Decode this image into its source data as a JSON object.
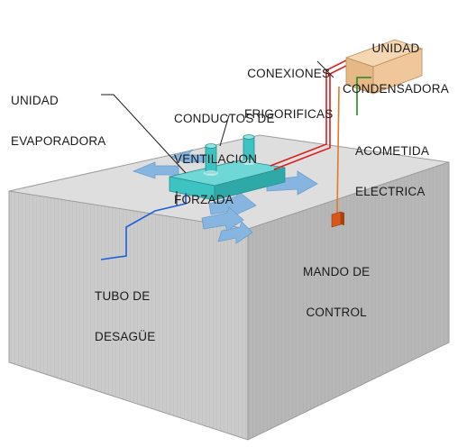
{
  "colors": {
    "room_front": "#c9c9c9",
    "room_side": "#b4b4b4",
    "room_top": "#d9d9d9",
    "unit_body": "#3cc3c2",
    "unit_top": "#6fd8d6",
    "air_arrow": "#86b6e0",
    "refrigerant_pipe": "#d91f1f",
    "drain_pipe": "#1f5fd9",
    "electric_line": "#1f8a1f",
    "control_line": "#e07a2a",
    "condenser": "#f0c79a"
  },
  "labels": {
    "unidad_evaporadora": [
      "UNIDAD",
      "EVAPORADORA"
    ],
    "conductos": [
      "CONDUCTOS DE",
      "VENTILACION",
      "FORZADA"
    ],
    "conexiones": [
      "CONEXIONES",
      "FRIGORIFICAS"
    ],
    "unidad_condensadora": [
      "UNIDAD",
      "CONDENSADORA"
    ],
    "acometida": [
      "ACOMETIDA",
      "ELECTRICA"
    ],
    "mando": [
      "MANDO DE",
      "CONTROL"
    ],
    "tubo": [
      "TUBO DE",
      "DESAGÜE"
    ]
  }
}
